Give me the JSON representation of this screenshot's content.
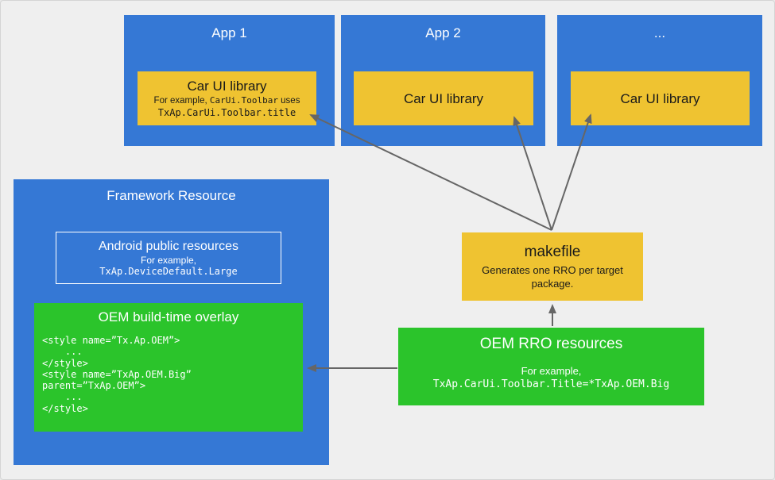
{
  "apps": [
    {
      "title": "App 1",
      "library": {
        "title": "Car UI library",
        "example_prefix": "For example, ",
        "example_code": "CarUi.Toolbar",
        "example_suffix": " uses",
        "example_line2": "TxAp.CarUi.Toolbar.title"
      }
    },
    {
      "title": "App 2",
      "library": {
        "title": "Car UI library"
      }
    },
    {
      "title": "...",
      "library": {
        "title": "Car UI library"
      }
    }
  ],
  "framework": {
    "title": "Framework Resource",
    "public_resources": {
      "title": "Android public resources",
      "example_label": "For example,",
      "example_code": "TxAp.DeviceDefault.Large"
    },
    "overlay": {
      "title": "OEM build-time overlay",
      "code": "<style name=”Tx.Ap.OEM”>\n    ...\n</style>\n<style name=”TxAp.OEM.Big”\nparent=”TxAp.OEM”>\n    ...\n</style>"
    }
  },
  "makefile": {
    "title": "makefile",
    "description": "Generates one RRO per target package."
  },
  "rro": {
    "title": "OEM RRO resources",
    "example_label": "For example,",
    "example_code": "TxAp.CarUi.Toolbar.Title=*TxAp.OEM.Big"
  },
  "colors": {
    "app_blue": "#3578d5",
    "library_yellow": "#efc331",
    "overlay_green": "#2bc42b",
    "background_gray": "#efefef",
    "arrow_gray": "#666666"
  }
}
